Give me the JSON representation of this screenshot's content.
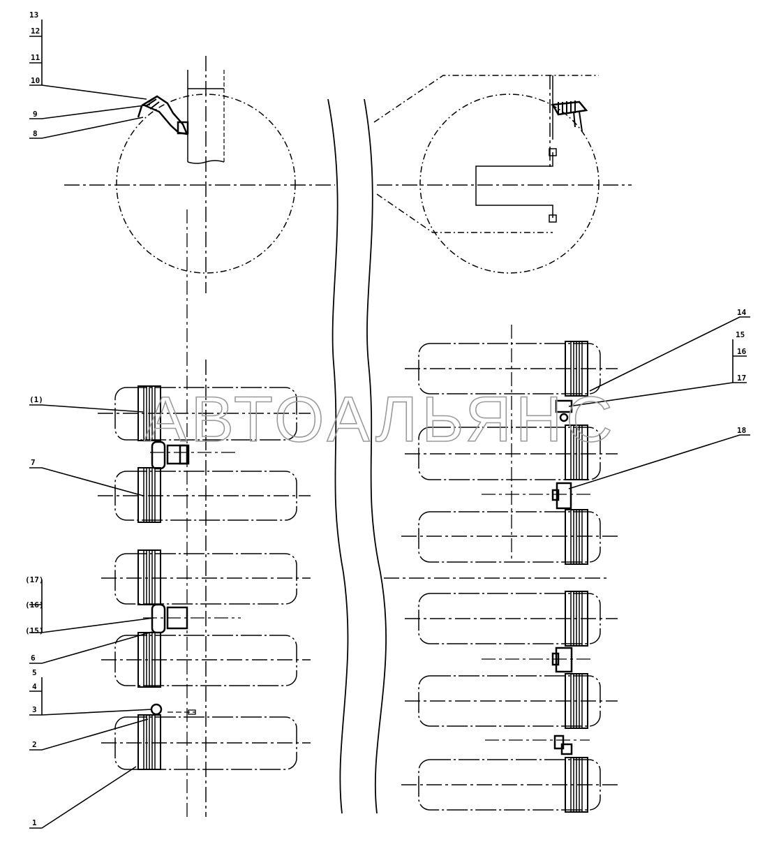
{
  "watermark": "АВТОАЛЬЯНС",
  "labels": {
    "l13": "13",
    "l12": "12",
    "l11": "11",
    "l10": "10",
    "l9": "9",
    "l8": "8",
    "l14": "14",
    "l15": "15",
    "l16": "16",
    "l17": "17",
    "l18": "18",
    "lp1": "(1)",
    "l7": "7",
    "lp17": "(17)",
    "lp16": "(16)",
    "lp15": "(15)",
    "l6": "6",
    "l5": "5",
    "l4": "4",
    "l3": "3",
    "l2": "2",
    "l1": "1"
  }
}
